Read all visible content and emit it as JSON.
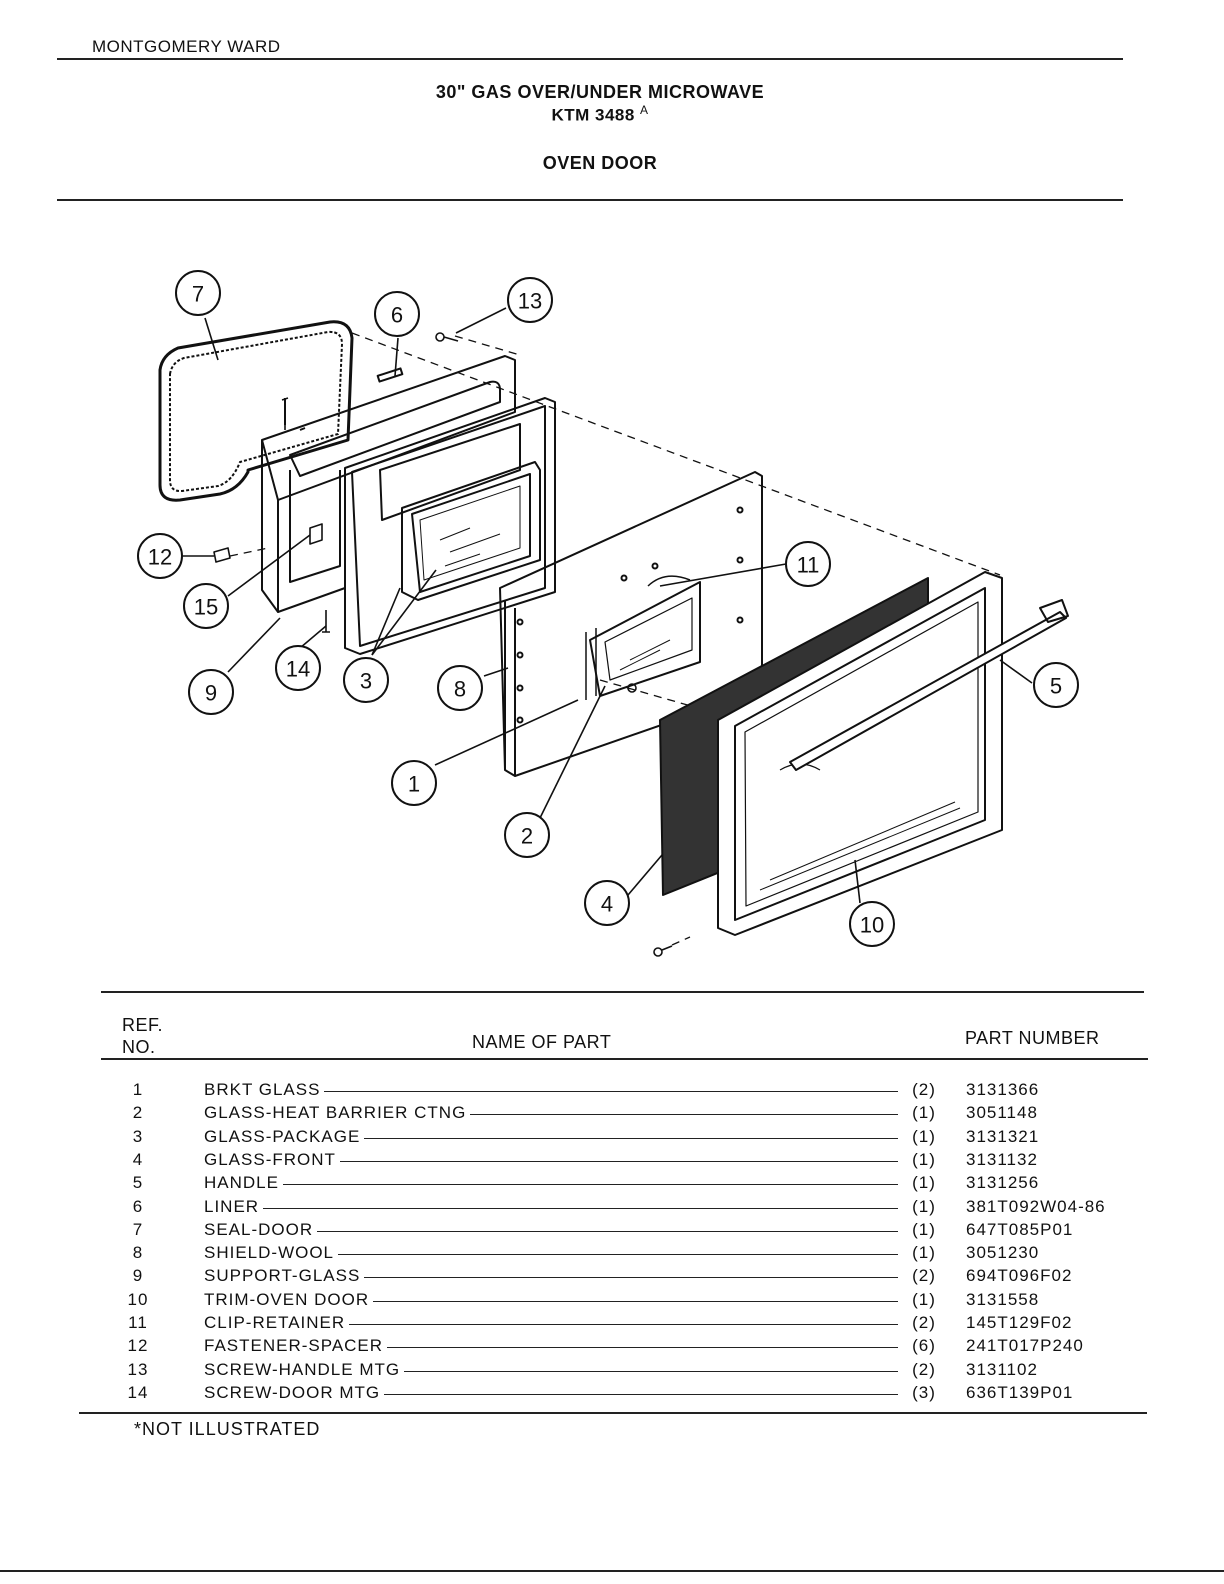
{
  "header": {
    "brand": "MONTGOMERY WARD",
    "title_line1": "30\" GAS OVER/UNDER MICROWAVE",
    "model": "KTM 3488",
    "model_suffix": "A",
    "section": "OVEN DOOR"
  },
  "diagram": {
    "callouts": [
      "7",
      "6",
      "13",
      "12",
      "15",
      "9",
      "14",
      "3",
      "8",
      "11",
      "5",
      "1",
      "2",
      "4",
      "10"
    ]
  },
  "table": {
    "col_ref_line1": "REF.",
    "col_ref_line2": "NO.",
    "col_name": "NAME OF PART",
    "col_part": "PART NUMBER",
    "rows": [
      {
        "ref": "1",
        "name": "BRKT GLASS",
        "qty": "(2)",
        "part": "3131366"
      },
      {
        "ref": "2",
        "name": "GLASS-HEAT BARRIER CTNG",
        "qty": "(1)",
        "part": "3051148"
      },
      {
        "ref": "3",
        "name": "GLASS-PACKAGE",
        "qty": "(1)",
        "part": "3131321"
      },
      {
        "ref": "4",
        "name": "GLASS-FRONT",
        "qty": "(1)",
        "part": "3131132"
      },
      {
        "ref": "5",
        "name": "HANDLE",
        "qty": "(1)",
        "part": "3131256"
      },
      {
        "ref": "6",
        "name": "LINER",
        "qty": "(1)",
        "part": "381T092W04-86"
      },
      {
        "ref": "7",
        "name": "SEAL-DOOR",
        "qty": "(1)",
        "part": "647T085P01"
      },
      {
        "ref": "8",
        "name": "SHIELD-WOOL",
        "qty": "(1)",
        "part": "3051230"
      },
      {
        "ref": "9",
        "name": "SUPPORT-GLASS",
        "qty": "(2)",
        "part": "694T096F02"
      },
      {
        "ref": "10",
        "name": "TRIM-OVEN DOOR",
        "qty": "(1)",
        "part": "3131558"
      },
      {
        "ref": "11",
        "name": "CLIP-RETAINER",
        "qty": "(2)",
        "part": "145T129F02"
      },
      {
        "ref": "12",
        "name": "FASTENER-SPACER",
        "qty": "(6)",
        "part": "241T017P240"
      },
      {
        "ref": "13",
        "name": "SCREW-HANDLE MTG",
        "qty": "(2)",
        "part": "3131102"
      },
      {
        "ref": "14",
        "name": "SCREW-DOOR MTG",
        "qty": "(3)",
        "part": "636T139P01"
      }
    ]
  },
  "footnote": "*NOT ILLUSTRATED"
}
